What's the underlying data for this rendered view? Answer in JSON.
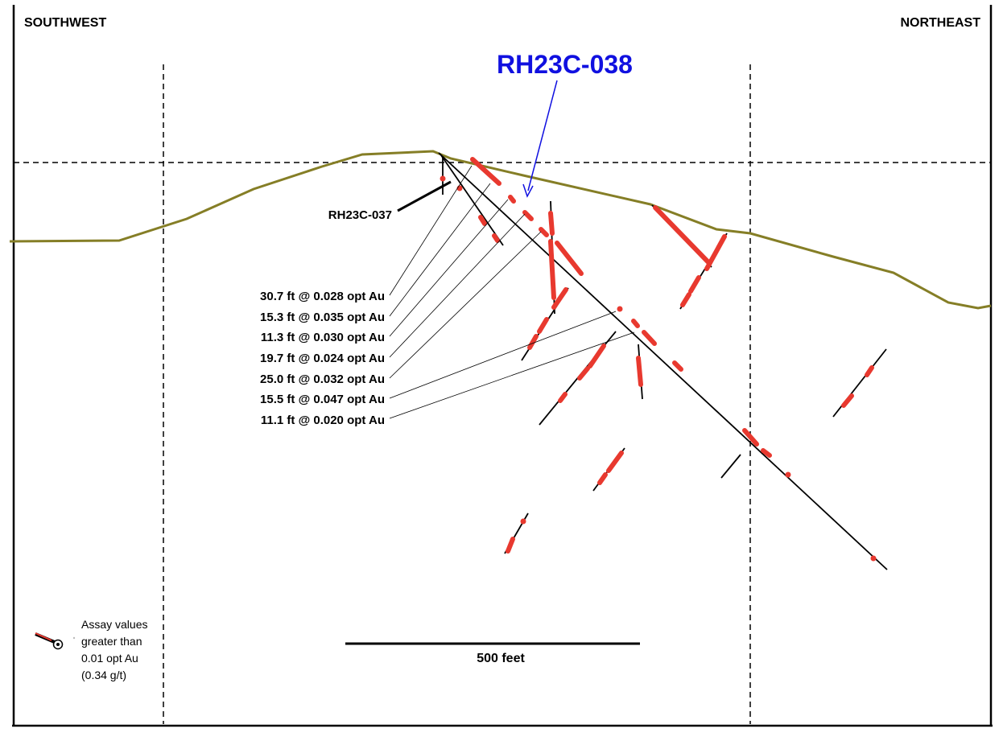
{
  "orientation": {
    "left": "SOUTHWEST",
    "right": "NORTHEAST"
  },
  "target_hole": {
    "label": "RH23C-038",
    "color": "#1010E0"
  },
  "reference_hole": {
    "label": "RH23C-037"
  },
  "intercepts": [
    "30.7 ft @ 0.028 opt Au",
    "15.3 ft @ 0.035 opt Au",
    "11.3 ft @ 0.030 opt Au",
    "19.7 ft @ 0.024 opt Au",
    "25.0 ft @ 0.032 opt Au",
    "15.5 ft @ 0.047 opt Au",
    "11.1 ft @ 0.020 opt Au"
  ],
  "scale_bar": {
    "label": "500 feet"
  },
  "legend": {
    "lines": [
      "Assay values",
      "greater than",
      "0.01 opt Au",
      "(0.34 g/t)"
    ],
    "icon": "drillhole-assay-symbol-icon"
  },
  "colors": {
    "topography": "#857E26",
    "assay": "#E8392F",
    "drillhole": "#000000",
    "target_label": "#1010E0"
  }
}
